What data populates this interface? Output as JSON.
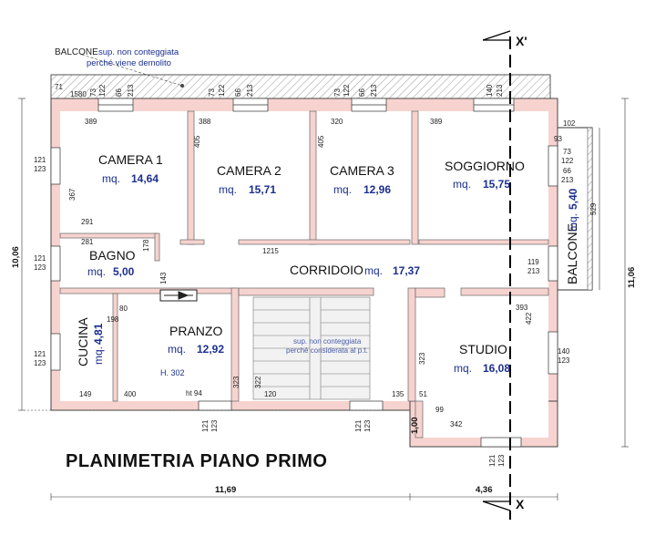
{
  "title": "PLANIMETRIA PIANO PRIMO",
  "balcony_note": {
    "label": "BALCONE",
    "line1": "sup. non conteggiata",
    "line2": "perché viene demolito"
  },
  "stair_note": {
    "line1": "sup. non conteggiata",
    "line2": "perché considerata al p.t."
  },
  "section_marks": {
    "top": "X'",
    "bottom": "X"
  },
  "rooms": {
    "camera1": {
      "name": "CAMERA 1",
      "area_prefix": "mq.",
      "area": "14,64"
    },
    "camera2": {
      "name": "CAMERA 2",
      "area_prefix": "mq.",
      "area": "15,71"
    },
    "camera3": {
      "name": "CAMERA 3",
      "area_prefix": "mq.",
      "area": "12,96"
    },
    "soggiorno": {
      "name": "SOGGIORNO",
      "area_prefix": "mq.",
      "area": "15,75"
    },
    "bagno": {
      "name": "BAGNO",
      "area_prefix": "mq.",
      "area": "5,00"
    },
    "corridoio": {
      "name": "CORRIDOIO",
      "area_prefix": "mq.",
      "area": "17,37"
    },
    "cucina": {
      "name": "CUCINA",
      "area_prefix": "mq.",
      "area": "4,81"
    },
    "pranzo": {
      "name": "PRANZO",
      "area_prefix": "mq.",
      "area": "12,92",
      "height": "H. 302"
    },
    "studio": {
      "name": "STUDIO",
      "area_prefix": "mq.",
      "area": "16,08"
    },
    "balcone_right": {
      "name": "BALCONE",
      "area_prefix": "mq.",
      "area": "5,40"
    }
  },
  "overall_dims": {
    "width_left": "11,69",
    "width_right": "4,36",
    "height_left": "10,06",
    "height_right": "11,06",
    "offset": "1,00"
  },
  "dims": {
    "d71": "71",
    "d1580": "1580",
    "c1a": "73",
    "c1b": "122",
    "c1c": "66",
    "c1d": "213",
    "c2a": "73",
    "c2b": "122",
    "c2c": "66",
    "c2d": "213",
    "c3a": "73",
    "c3b": "122",
    "c3c": "66",
    "c3d": "213",
    "c4a": "140",
    "c4b": "213",
    "w389a": "389",
    "w388": "388",
    "w320": "320",
    "w389b": "389",
    "h405a": "405",
    "h405b": "405",
    "h367": "367",
    "w291": "291",
    "w281": "281",
    "h178": "178",
    "h143": "143",
    "w1215": "1215",
    "l121a": "121",
    "l123a": "123",
    "l121b": "121",
    "l123b": "123",
    "l121c": "121",
    "l123c": "123",
    "r102": "102",
    "r93": "93",
    "r73": "73",
    "r122": "122",
    "r66": "66",
    "r213": "213",
    "r119": "119",
    "r213b": "213",
    "r529": "529",
    "r393": "393",
    "r422": "422",
    "r140": "140",
    "r123": "123",
    "w80": "80",
    "w198": "198",
    "w149": "149",
    "w400": "400",
    "ht94": "ht 94",
    "v323a": "323",
    "v322": "322",
    "w120": "120",
    "w135": "135",
    "v323b": "323",
    "w51": "51",
    "w99": "99",
    "w342": "342",
    "b121a": "121",
    "b123a": "123",
    "b121b": "121",
    "b123b": "123",
    "b121c": "121",
    "b123c": "123"
  }
}
